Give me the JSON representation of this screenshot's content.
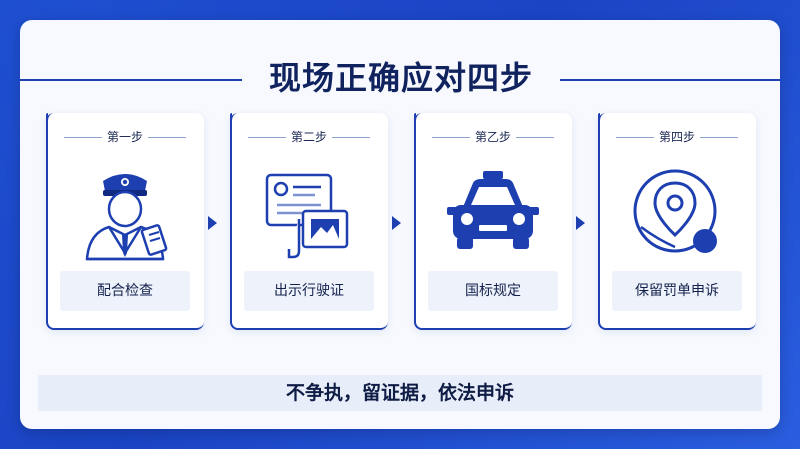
{
  "title": "现场正确应对四步",
  "steps": [
    {
      "step_label": "第一步",
      "label": "配合检查",
      "icon": "police-officer-icon"
    },
    {
      "step_label": "第二步",
      "label": "出示行驶证",
      "icon": "document-icon"
    },
    {
      "step_label": "第乙步",
      "label": "国标规定",
      "icon": "taxi-icon"
    },
    {
      "step_label": "第四步",
      "label": "保留罚单申诉",
      "icon": "location-pin-icon"
    }
  ],
  "slogan": "不争执，留证据，依法申诉",
  "colors": {
    "background": "#1f4fd1",
    "accent": "#1d3fb0",
    "panel": "#f7f9fe",
    "label_bg": "#eef2fb"
  }
}
